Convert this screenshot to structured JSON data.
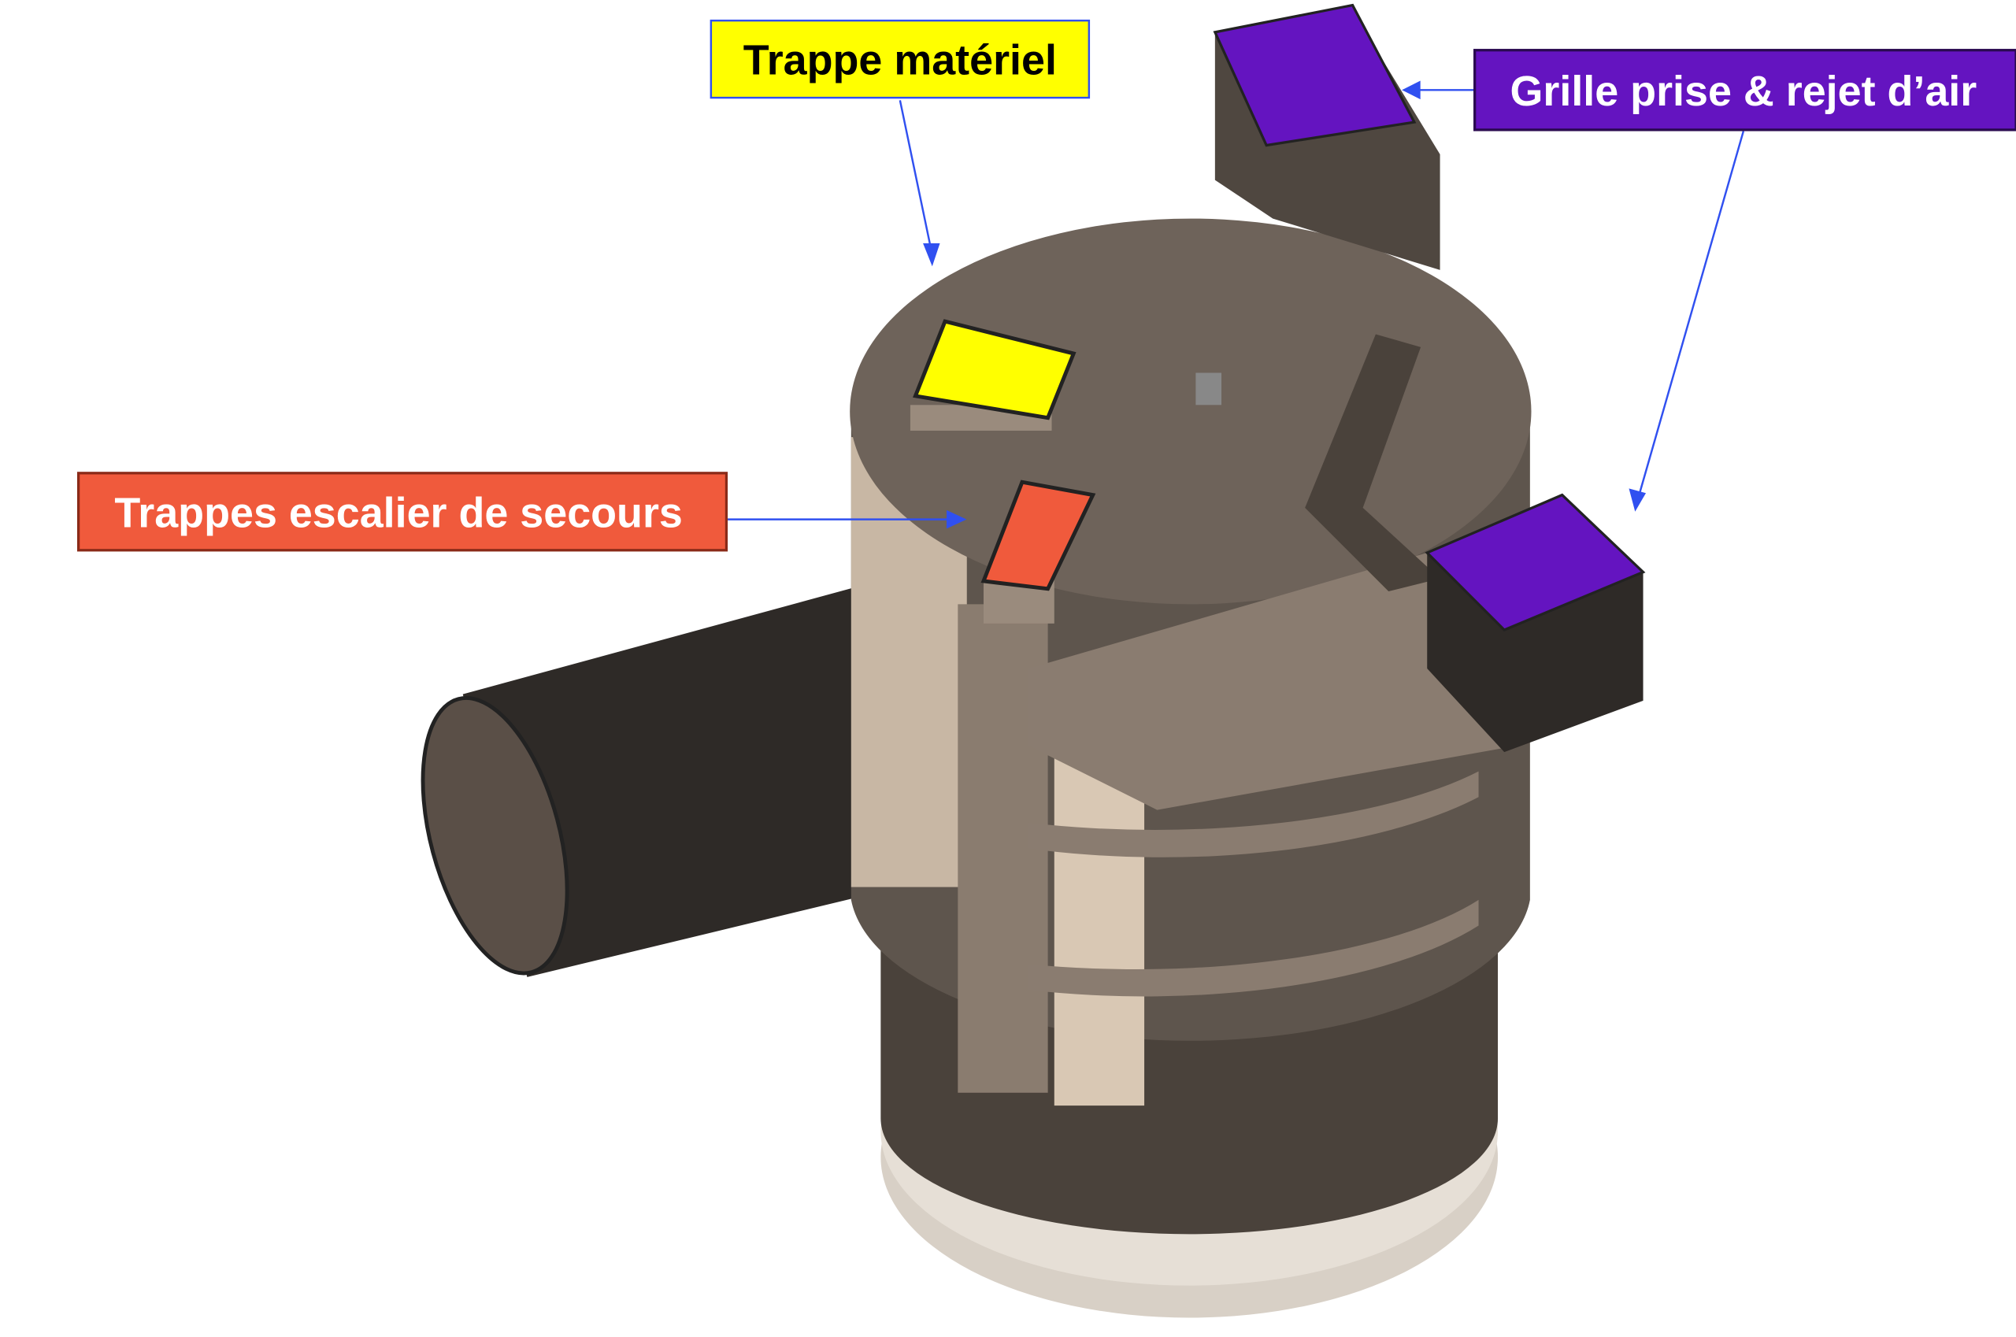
{
  "labels": {
    "trappe_materiel": "Trappe matériel",
    "grille": "Grille prise & rejet d’air",
    "trappes_escalier": "Trappes escalier de secours"
  },
  "colors": {
    "yellow": "#ffff00",
    "purple": "#6414c0",
    "orange_red": "#f05a3c",
    "arrow": "#3050f0",
    "structure": "#6e635a"
  }
}
